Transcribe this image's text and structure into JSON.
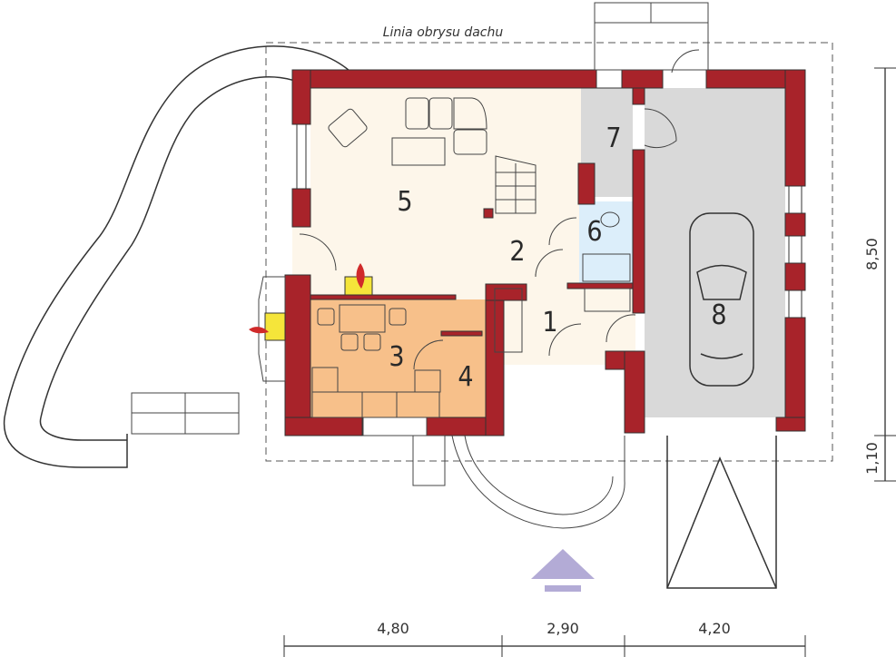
{
  "plan": {
    "roof_outline_label": "Linia obrysu dachu",
    "rooms": [
      {
        "number": "1"
      },
      {
        "number": "2"
      },
      {
        "number": "3"
      },
      {
        "number": "4"
      },
      {
        "number": "5"
      },
      {
        "number": "6"
      },
      {
        "number": "7"
      },
      {
        "number": "8"
      }
    ],
    "dimensions": {
      "bottom": [
        "4,80",
        "2,90",
        "4,20"
      ],
      "right": [
        "8,50",
        "1,10"
      ]
    },
    "entrance_icon": "entrance-arrow-icon"
  },
  "colors": {
    "wall": "#a8232a",
    "living": "#fdf6ea",
    "kitchen": "#f7c08a",
    "bathroom": "#dceefa",
    "garage": "#d9d9d9",
    "entrance_arrow": "#b3abd6",
    "fire": "#f5e53a"
  }
}
